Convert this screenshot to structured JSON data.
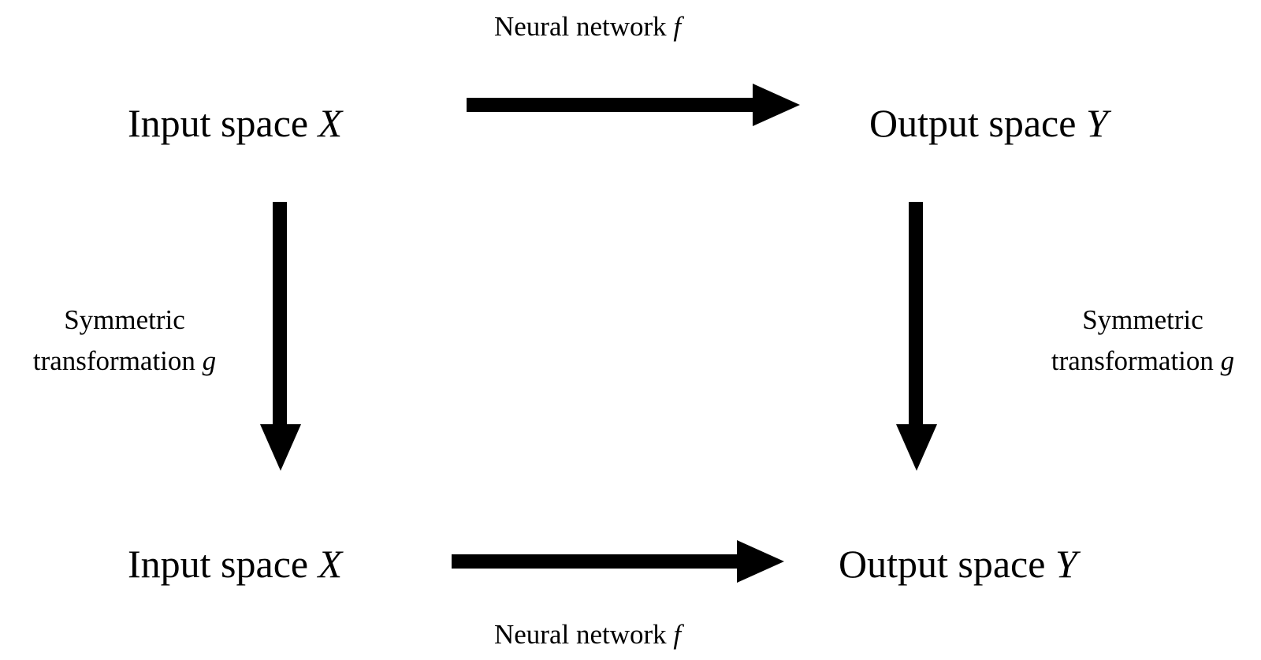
{
  "top_left": {
    "text": "Input space ",
    "var": "X"
  },
  "top_right": {
    "text": "Output space ",
    "var": "Y"
  },
  "bottom_left": {
    "text": "Input space ",
    "var": "X"
  },
  "bottom_right": {
    "text": "Output space ",
    "var": "Y"
  },
  "top_edge": {
    "text": "Neural network ",
    "var": "f"
  },
  "bottom_edge": {
    "text": "Neural network ",
    "var": "f"
  },
  "left_edge": {
    "line1": "Symmetric",
    "line2": "transformation ",
    "var": "g"
  },
  "right_edge": {
    "line1": "Symmetric",
    "line2": "transformation ",
    "var": "g"
  }
}
